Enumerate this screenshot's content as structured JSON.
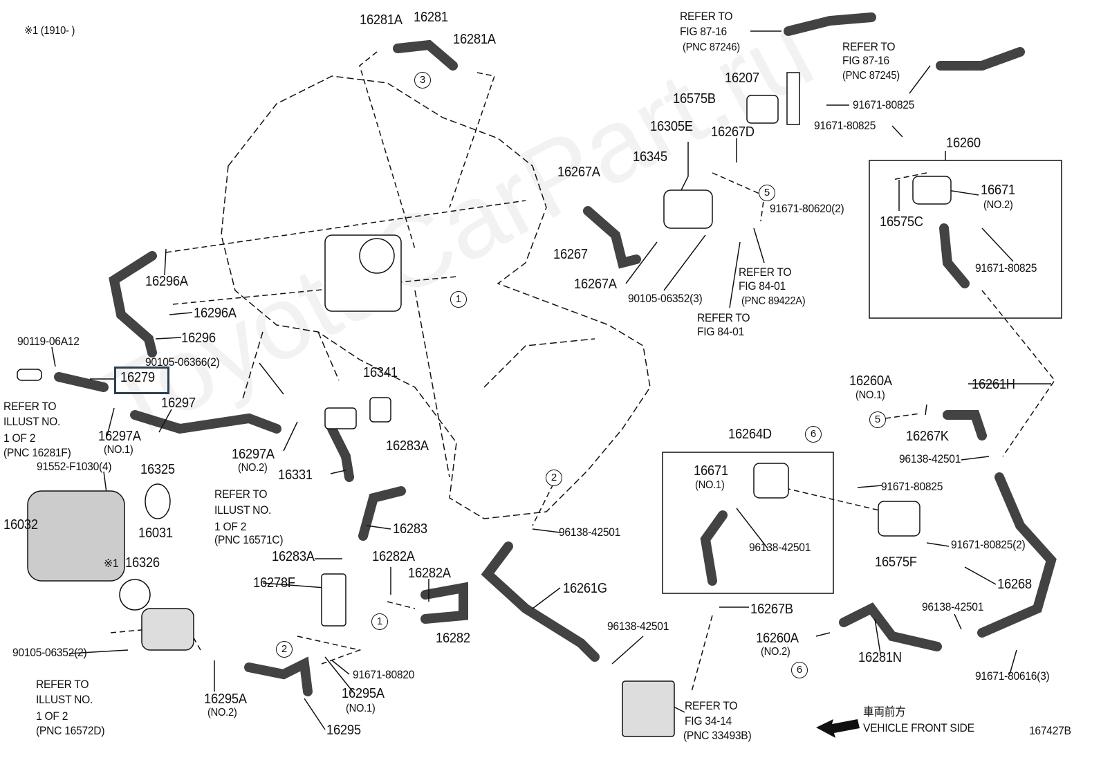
{
  "diagram": {
    "note": "※1 (1910-        )",
    "figure_id": "167427B",
    "direction_jp": "車両前方",
    "direction_en": "VEHICLE FRONT SIDE",
    "highlight_color": "#2d4052",
    "highlighted_part": "16279"
  },
  "labels": [
    "16281A",
    "16281",
    "16281A",
    "REFER TO",
    "FIG 87-16",
    "(PNC 87246)",
    "REFER TO",
    "FIG 87-16",
    "(PNC 87245)",
    "16207",
    "16575B",
    "91671-80825",
    "91671-80825",
    "16305E",
    "16267D",
    "16260",
    "16345",
    "16267A",
    "16671",
    "(NO.2)",
    "91671-80620(2)",
    "16575C",
    "16267",
    "91671-80825",
    "REFER TO",
    "FIG 84-01",
    "(PNC 89422A)",
    "16267A",
    "90105-06352(3)",
    "16296A",
    "16296A",
    "REFER TO",
    "FIG 84-01",
    "16296",
    "90119-06A12",
    "90105-06366(2)",
    "16279",
    "16341",
    "16260A",
    "(NO.1)",
    "16261H",
    "REFER TO",
    "ILLUST NO.",
    "1 OF 2",
    "(PNC 16281F)",
    "16297",
    "16297A",
    "(NO.1)",
    "16264D",
    "16267K",
    "16283A",
    "16297A",
    "(NO.2)",
    "96138-42501",
    "91552-F1030(4)",
    "16325",
    "16671",
    "(NO.1)",
    "16331",
    "91671-80825",
    "REFER TO",
    "ILLUST NO.",
    "1 OF 2",
    "(PNC 16571C)",
    "16032",
    "16031",
    "16283",
    "96138-42501",
    "96138-42501",
    "91671-80825(2)",
    "16283A",
    "16282A",
    "※1",
    "16326",
    "16575F",
    "16282A",
    "16268",
    "16278F",
    "16261G",
    "96138-42501",
    "16267B",
    "96138-42501",
    "16282",
    "16260A",
    "(NO.2)",
    "90105-06352(2)",
    "16281N",
    "91671-80820",
    "91671-80616(3)",
    "REFER TO",
    "ILLUST NO.",
    "1 OF 2",
    "(PNC 16572D)",
    "16295A",
    "(NO.2)",
    "16295A",
    "(NO.1)",
    "REFER TO",
    "FIG 34-14",
    "(PNC 33493B)",
    "16295"
  ],
  "callouts": [
    "3",
    "5",
    "1",
    "5",
    "6",
    "2",
    "1",
    "2",
    "6"
  ]
}
